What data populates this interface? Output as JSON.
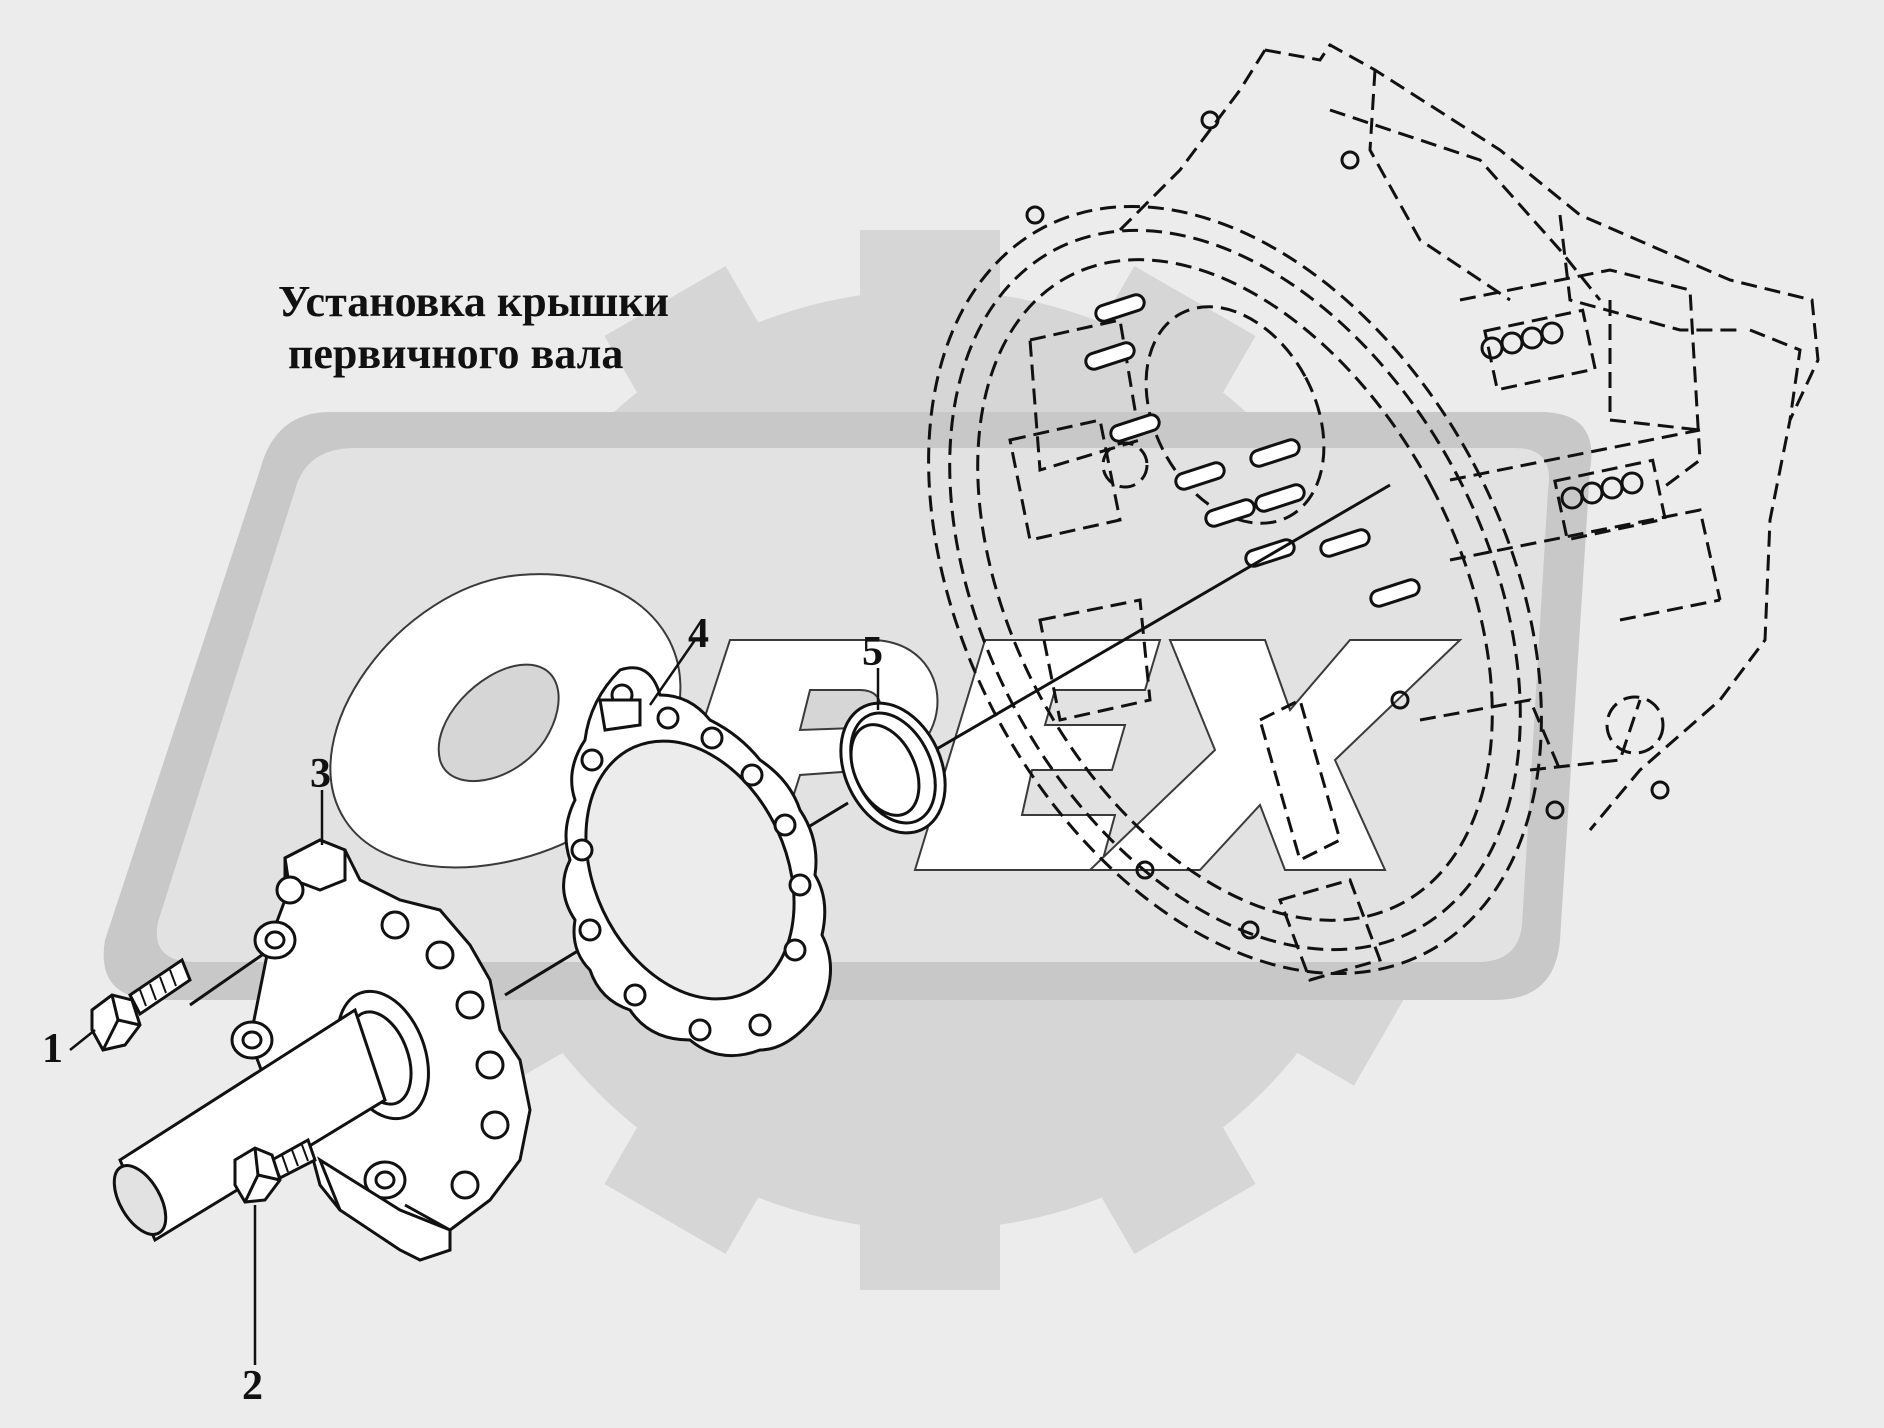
{
  "diagram": {
    "title_line1": "Установка крышки",
    "title_line2": "первичного вала",
    "watermark_text": "OPEX",
    "callouts": [
      {
        "id": "1",
        "label": "1"
      },
      {
        "id": "2",
        "label": "2"
      },
      {
        "id": "3",
        "label": "3"
      },
      {
        "id": "4",
        "label": "4"
      },
      {
        "id": "5",
        "label": "5"
      }
    ],
    "colors": {
      "background": "#ececec",
      "watermark_gear": "#d4d4d4",
      "watermark_band": "#c9c9c9",
      "line": "#111111"
    }
  }
}
